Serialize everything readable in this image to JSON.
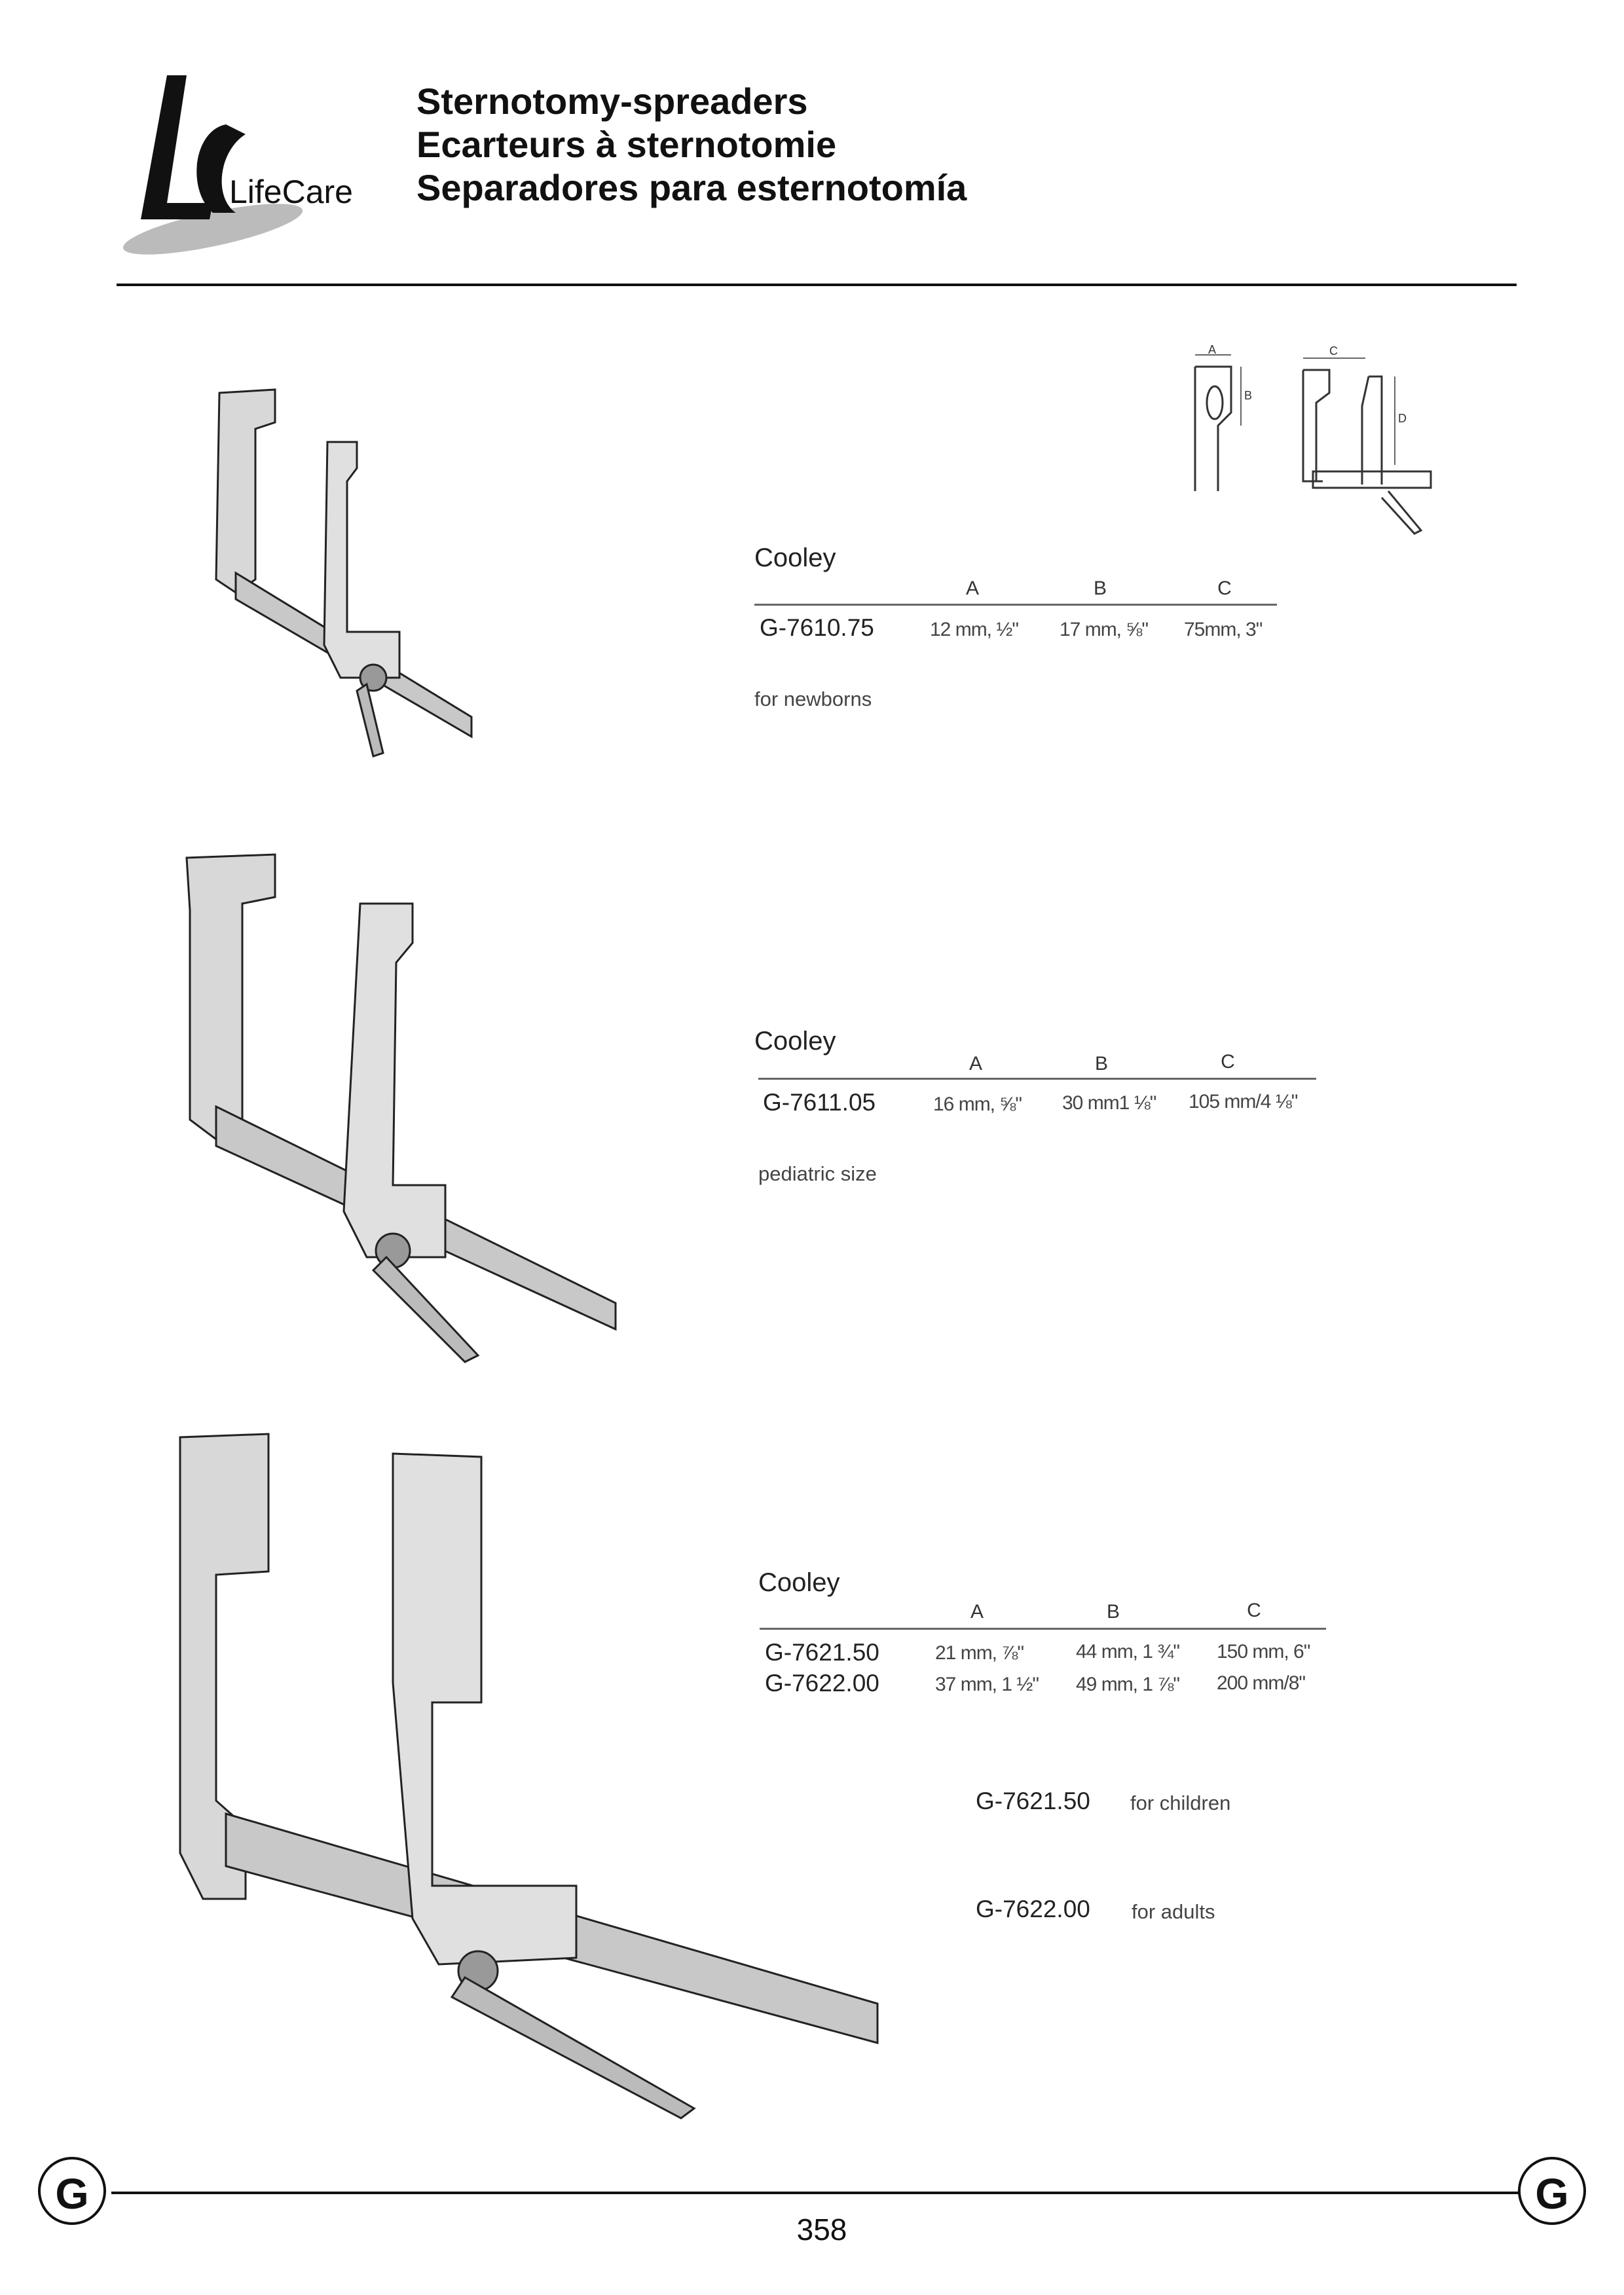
{
  "header": {
    "logo_text": "LifeCare",
    "titles": [
      "Sternotomy-spreaders",
      "Ecarteurs à sternotomie",
      "Separadores para esternotomía"
    ]
  },
  "diagram": {
    "labels": [
      "A",
      "B",
      "C",
      "D"
    ]
  },
  "columns": [
    "A",
    "B",
    "C"
  ],
  "sections": [
    {
      "name": "Cooley",
      "rows": [
        {
          "code": "G-7610.75",
          "a": "12 mm, ½\"",
          "b": "17 mm, ⅝\"",
          "c": "75mm, 3\""
        }
      ],
      "note": "for newborns"
    },
    {
      "name": "Cooley",
      "rows": [
        {
          "code": "G-7611.05",
          "a": "16 mm, ⅝\"",
          "b": "30 mm1 ⅛\"",
          "c": "105 mm/4 ⅛\""
        }
      ],
      "note": "pediatric size"
    },
    {
      "name": "Cooley",
      "rows": [
        {
          "code": "G-7621.50",
          "a": "21 mm, ⅞\"",
          "b": "44 mm, 1 ¾\"",
          "c": "150 mm, 6\""
        },
        {
          "code": "G-7622.00",
          "a": "37 mm, 1 ½\"",
          "b": "49 mm, 1 ⅞\"",
          "c": "200 mm/8\""
        }
      ]
    }
  ],
  "usage": [
    {
      "code": "G-7621.50",
      "text": "for children"
    },
    {
      "code": "G-7622.00",
      "text": "for adults"
    }
  ],
  "footer": {
    "section_letter": "G",
    "page_number": "358"
  }
}
